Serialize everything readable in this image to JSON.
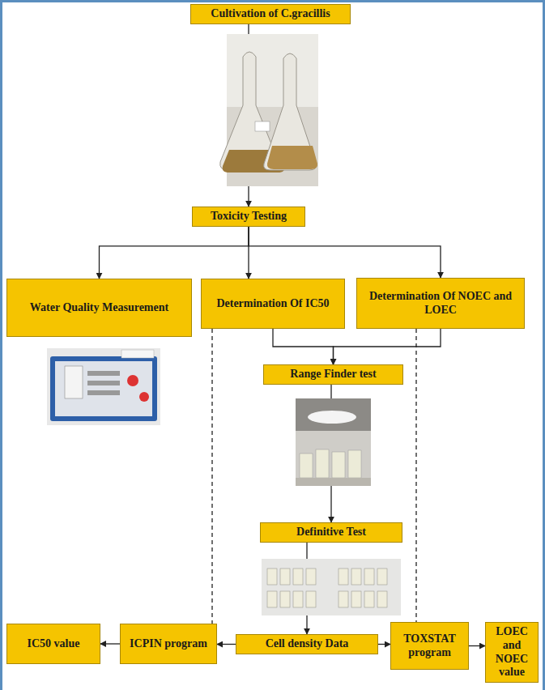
{
  "diagram": {
    "nodes": [
      {
        "text": [
          "Cultivation of C.gracillis"
        ]
      },
      {
        "text": [
          "Toxicity Testing"
        ]
      },
      {
        "text": [
          "Water Quality Measurement"
        ]
      },
      {
        "text": [
          "Determination Of IC50"
        ]
      },
      {
        "text": [
          "Determination Of NOEC and LOEC"
        ]
      },
      {
        "text": [
          "Range Finder test"
        ]
      },
      {
        "text": [
          "Definitive Test"
        ]
      },
      {
        "text": [
          "Cell density Data"
        ]
      },
      {
        "text": [
          "ICPIN program"
        ]
      },
      {
        "text": [
          "IC50 value"
        ]
      },
      {
        "text": [
          "TOXSTAT program"
        ]
      },
      {
        "text": [
          "LOEC and NOEC value"
        ]
      }
    ],
    "edges": [
      {
        "from": 0,
        "to": 1,
        "arrow": "to"
      },
      {
        "from": 1,
        "to": 2,
        "arrow": "to"
      },
      {
        "from": 1,
        "to": 3,
        "arrow": "to"
      },
      {
        "from": 1,
        "to": 4,
        "arrow": "to"
      },
      {
        "from": 3,
        "to": 5,
        "arrow": "to"
      },
      {
        "from": 4,
        "to": 5,
        "arrow": "to"
      },
      {
        "from": 5,
        "to": 6,
        "arrow": "to"
      },
      {
        "from": 6,
        "to": 7,
        "arrow": "to"
      },
      {
        "from": 7,
        "to": 8,
        "arrow": "to"
      },
      {
        "from": 8,
        "to": 9,
        "arrow": "to"
      },
      {
        "from": 7,
        "to": 10,
        "arrow": "to"
      },
      {
        "from": 10,
        "to": 11,
        "arrow": "to"
      },
      {
        "from": 3,
        "to": 8,
        "arrow": "none"
      },
      {
        "from": 4,
        "to": 10,
        "arrow": "none"
      }
    ]
  }
}
